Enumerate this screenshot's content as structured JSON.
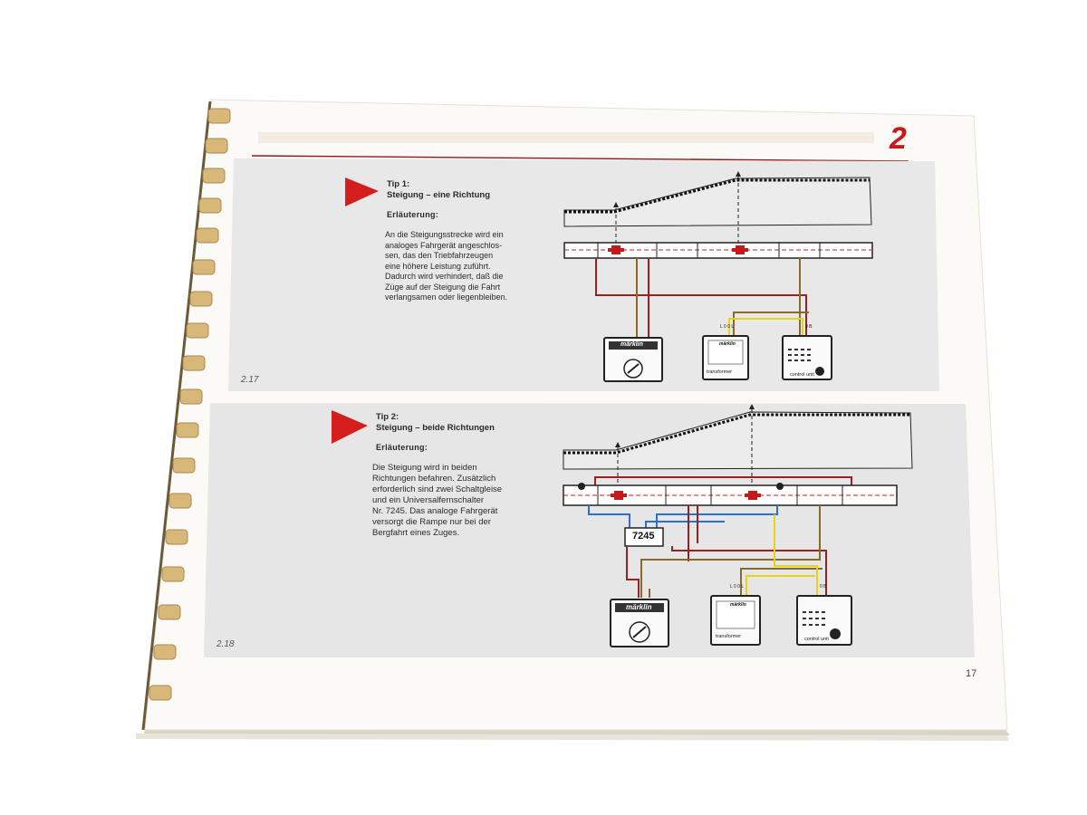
{
  "chapter_number": "2",
  "page_number": "17",
  "tips": [
    {
      "title_line1": "Tip 1:",
      "title_line2": "Steigung – eine Richtung",
      "subheading": "Erläuterung:",
      "body": "An die Steigungsstrecke wird ein\nanaloges Fahrgerät angeschlos-\nsen, das den Triebfahrzeugen\neine höhere Leistung zuführt.\nDadurch wird verhindert, daß die\nZüge auf der Steigung die Fahrt\nverlangsamen oder liegenbleiben.",
      "figure_number": "2.17",
      "devices": {
        "controller_logo": "märklin",
        "transformer_logo": "märklin",
        "transformer_label": "transformer",
        "control_unit_label": "control unit",
        "terminal_l": "L 0 0 L",
        "terminal_b": "0 B"
      }
    },
    {
      "title_line1": "Tip 2:",
      "title_line2": "Steigung – beide Richtungen",
      "subheading": "Erläuterung:",
      "body": "Die Steigung wird in beiden\nRichtungen befahren. Zusätzlich\nerforderlich sind zwei Schaltgleise\nund ein Universalfernschalter\nNr. 7245. Das analoge Fahrgerät\nversorgt die Rampe nur bei der\nBergfahrt eines Zuges.",
      "figure_number": "2.18",
      "switch_label": "7245",
      "devices": {
        "controller_logo": "märklin",
        "transformer_logo": "märklin",
        "transformer_label": "transformer",
        "control_unit_label": "control unit",
        "terminal_l": "L 0 0 L",
        "terminal_b": "0 B"
      }
    }
  ],
  "colors": {
    "accent_red": "#c81a1a",
    "wire_red": "#9b2020",
    "wire_brown": "#8a6a2a",
    "wire_yellow": "#e8d21a",
    "wire_blue": "#2b6fd0",
    "panel_gray": "#e6e6e6",
    "binding_gold": "#d8b878"
  }
}
